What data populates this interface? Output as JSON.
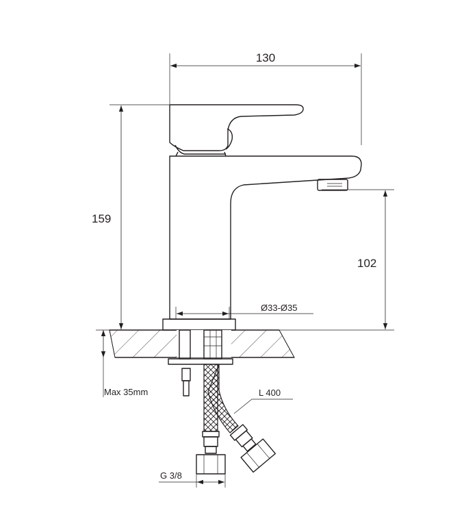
{
  "dimensions": {
    "width_label": "130",
    "height_label": "159",
    "spout_height_label": "102",
    "diameter_label": "Ø33-Ø35",
    "max_thickness_label": "Max 35mm",
    "hose_length_label": "L 400",
    "thread_label": "G 3/8"
  },
  "colors": {
    "line": "#231f20",
    "background": "#ffffff"
  }
}
